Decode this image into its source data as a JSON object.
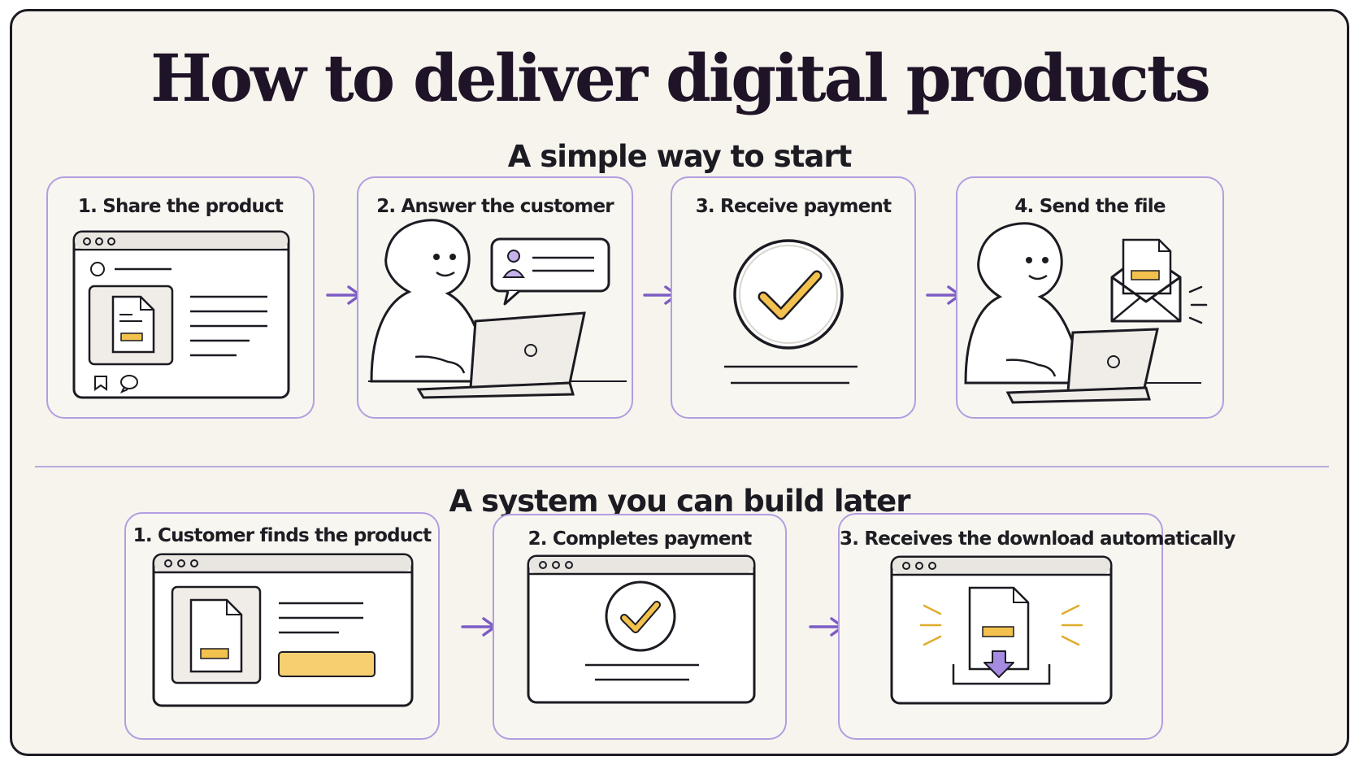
{
  "title": "How to deliver digital products",
  "sections": [
    {
      "heading": "A simple way to start",
      "steps": [
        {
          "label": "1. Share the product",
          "icon": "product-listing-icon"
        },
        {
          "label": "2. Answer the customer",
          "icon": "person-chatting-icon"
        },
        {
          "label": "3. Receive payment",
          "icon": "checkmark-circle-icon"
        },
        {
          "label": "4. Send the file",
          "icon": "person-sending-email-icon"
        }
      ]
    },
    {
      "heading": "A system you can build later",
      "steps": [
        {
          "label": "1. Customer finds the product",
          "icon": "product-page-icon"
        },
        {
          "label": "2. Completes payment",
          "icon": "payment-complete-icon"
        },
        {
          "label": "3. Receives the download automatically",
          "icon": "file-download-icon"
        }
      ]
    }
  ],
  "colors": {
    "card_border": "#b29ee0",
    "arrow": "#7c5cc4",
    "accent_yellow": "#f2c14e",
    "ink": "#1c1b22"
  }
}
